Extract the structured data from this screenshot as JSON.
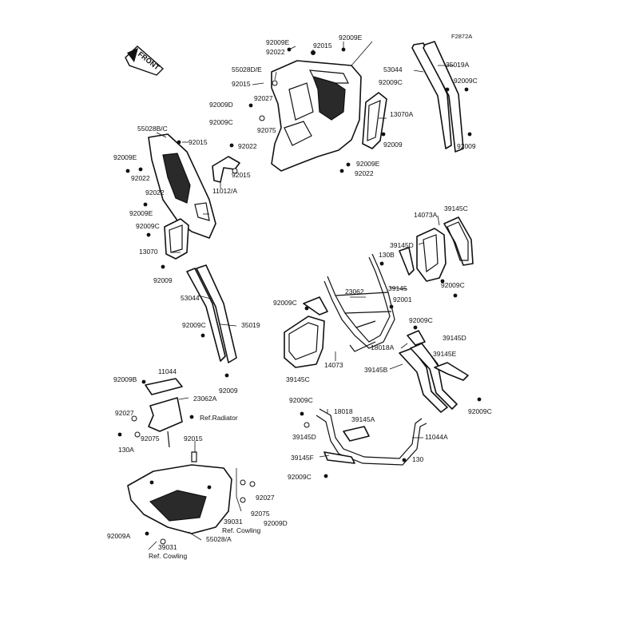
{
  "figure_code": "F2872A",
  "front_arrow": "FRONT",
  "labels": {
    "l92009E_a": "92009E",
    "l92015_a": "92015",
    "l92009E_b": "92009E",
    "l92022_a": "92022",
    "l55028DE": "55028D/E",
    "l92015_b": "92015",
    "l92027_a": "92027",
    "l92009D_a": "92009D",
    "l92009C_a": "92009C",
    "l92075_a": "92075",
    "l13070A": "13070A",
    "l92009_a": "92009",
    "l92009E_c": "92009E",
    "l92022_b": "92022",
    "l53044_a": "53044",
    "l35019A": "35019A",
    "l92009C_b": "92009C",
    "l92009C_c": "92009C",
    "l92009_b": "92009",
    "l55028BC": "55028B/C",
    "l92015_c": "92015",
    "l92022_c": "92022",
    "l92009E_d": "92009E",
    "l92022_d": "92022",
    "l92015_d": "92015",
    "l11012A": "11012/A",
    "l92022_e": "92022",
    "l92009E_e": "92009E",
    "l92009C_d": "92009C",
    "l13070": "13070",
    "l92009_c": "92009",
    "l53044_b": "53044",
    "l92009C_e": "92009C",
    "l35019": "35019",
    "l92009_d": "92009",
    "l14073A": "14073A",
    "l39145C_a": "39145C",
    "l39145D_a": "39145D",
    "l130B": "130B",
    "l23062": "23062",
    "l39145": "39145",
    "l92001": "92001",
    "l92009C_f": "92009C",
    "l92009C_g": "92009C",
    "l92009C_h": "92009C",
    "l39145D_b": "39145D",
    "l18018A": "18018A",
    "l39145E": "39145E",
    "l39145B": "39145B",
    "l14073": "14073",
    "l39145C_b": "39145C",
    "l92009C_i": "92009C",
    "l92009B": "92009B",
    "l11044": "11044",
    "l23062A": "23062A",
    "l92027_b": "92027",
    "l92075_b": "92075",
    "l130A": "130A",
    "l_ref_radiator": "Ref.Radiator",
    "l92009C_j": "92009C",
    "l18018": "18018",
    "l39145A": "39145A",
    "l39145D_c": "39145D",
    "l11044A": "11044A",
    "l92015_e": "92015",
    "l39145F": "39145F",
    "l130": "130",
    "l92009C_k": "92009C",
    "l92027_c": "92027",
    "l92075_c": "92075",
    "l92009D_b": "92009D",
    "l39031_a": "39031",
    "l_ref_cowling_a": "Ref. Cowling",
    "l92009A": "92009A",
    "l39031_b": "39031",
    "l55028A": "55028/A",
    "l_ref_cowling_b": "Ref. Cowling"
  }
}
